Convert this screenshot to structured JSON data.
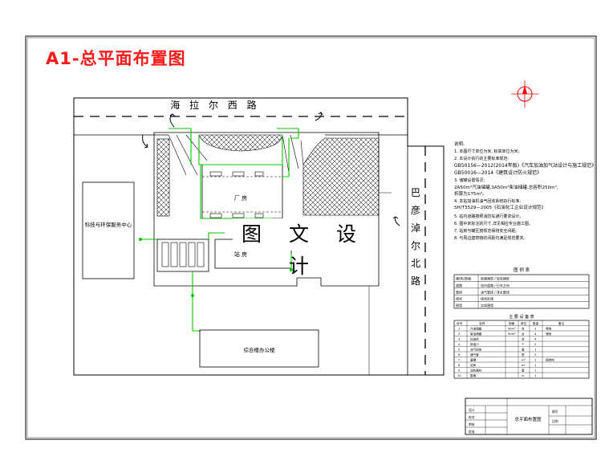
{
  "title": "A1-总平面布置图",
  "watermark": "图 文 设 计",
  "roads": {
    "north": "海 拉 尔 西 路",
    "east": [
      "巴",
      "彦",
      "淖",
      "尔",
      "北",
      "路"
    ]
  },
  "buildings": {
    "left_building": "科技与环保服务中心",
    "workshop": "厂 房",
    "substation": "站 房",
    "bottom_building": "综合楼办公楼"
  },
  "notes": {
    "heading": "说明:",
    "lines": [
      "1. 本图尺寸单位为米, 标高单位为米。",
      "2. 本设计执行的主要标准规范:",
      "GB50156—2012(2014年版)《汽车加油加气站设计与施工规范》",
      "GB50016—2014《建筑设计防火规范》",
      "3. 储罐设置情况:",
      "2A50m³汽油储罐,3A50m³柴油储罐,总容积250m³,",
      "折算为175m³。",
      "4. 本站加油机油气回收系统执行标准:",
      "SH/T3529—2005《石油化工企业设计规范》",
      "5. 站内道路按照消防车通行要求设计。",
      "6. 图中未标注的尺寸,详见相应专业施工图。",
      "7. 站房与罐区按规范保持安全间距。",
      "8. 与周边建筑物的间距均满足规范要求。"
    ]
  },
  "legend_table": {
    "title": "图 例 表",
    "rows": [
      [
        "建(构)筑物",
        "新建建筑 / 现有建筑"
      ],
      [
        "道路",
        "站内道路 / 行车方向"
      ],
      [
        "管线",
        "油气管线 / 排水管线"
      ],
      [
        "绿化",
        "绿化区域"
      ],
      [
        "围墙",
        "实体围墙"
      ]
    ]
  },
  "equipment_table": {
    "title": "主 要 设 备 表",
    "headers": [
      "序号",
      "名称",
      "规格",
      "单位",
      "数量",
      "备注"
    ],
    "rows": [
      [
        "1",
        "汽油储罐",
        "50m³",
        "台",
        "2",
        "埋地"
      ],
      [
        "2",
        "柴油储罐",
        "50m³",
        "台",
        "3",
        "埋地"
      ],
      [
        "3",
        "加油机",
        "",
        "台",
        "4",
        ""
      ],
      [
        "4",
        "卸油口",
        "",
        "个",
        "5",
        ""
      ],
      [
        "5",
        "油气回收",
        "",
        "套",
        "1",
        ""
      ],
      [
        "6",
        "通气管",
        "",
        "根",
        "5",
        ""
      ],
      [
        "7",
        "罩棚",
        "",
        "m²",
        "1",
        "钢结构"
      ],
      [
        "8",
        "站房",
        "",
        "m²",
        "1",
        ""
      ],
      [
        "9",
        "消防器材",
        "",
        "套",
        "1",
        ""
      ],
      [
        "10",
        "围墙",
        "",
        "m",
        "1",
        ""
      ]
    ]
  },
  "title_block": {
    "drawing_name": "总平面布置图",
    "fields": [
      "设计",
      "校对",
      "审核",
      "批准",
      "图号",
      "比例"
    ]
  },
  "colors": {
    "title": "#ff1a1a",
    "pipe": "#00c800",
    "line": "#000000",
    "compass": "#ff0000"
  },
  "icons": {
    "compass": "north-arrow-icon",
    "road_arrows": "curved-arrow-icon"
  }
}
